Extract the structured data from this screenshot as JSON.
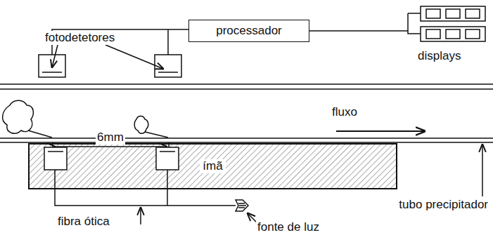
{
  "diagram": {
    "nodes": [
      {
        "text": [
          "processador"
        ]
      },
      {
        "text": [
          "ímã"
        ]
      }
    ],
    "labels": [
      "fotodetetores",
      "displays",
      "6mm",
      "fluxo",
      "fibra ótica",
      "fonte de luz",
      "tubo precipitador"
    ]
  }
}
